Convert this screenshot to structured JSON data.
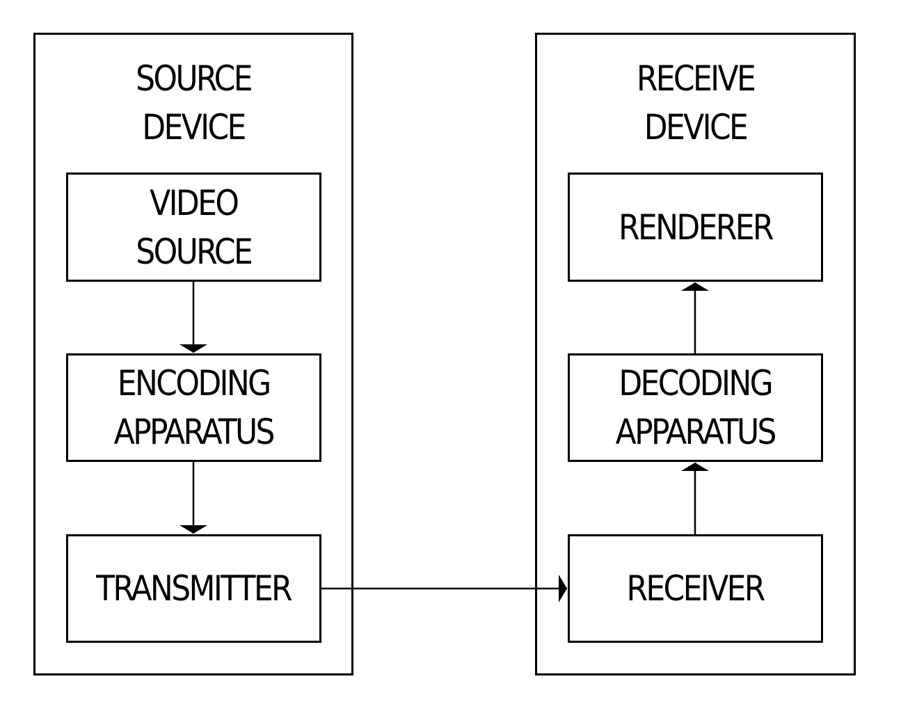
{
  "source_device": {
    "title_lines": [
      "SOURCE",
      "DEVICE"
    ],
    "blocks": {
      "video_source": [
        "VIDEO",
        "SOURCE"
      ],
      "encoding_apparatus": [
        "ENCODING",
        "APPARATUS"
      ],
      "transmitter": [
        "TRANSMITTER"
      ]
    }
  },
  "receive_device": {
    "title_lines": [
      "RECEIVE",
      "DEVICE"
    ],
    "blocks": {
      "renderer": [
        "RENDERER"
      ],
      "decoding_apparatus": [
        "DECODING",
        "APPARATUS"
      ],
      "receiver": [
        "RECEIVER"
      ]
    }
  },
  "connections": [
    {
      "from": "video_source",
      "to": "encoding_apparatus"
    },
    {
      "from": "encoding_apparatus",
      "to": "transmitter"
    },
    {
      "from": "transmitter",
      "to": "receiver"
    },
    {
      "from": "receiver",
      "to": "decoding_apparatus"
    },
    {
      "from": "decoding_apparatus",
      "to": "renderer"
    }
  ]
}
